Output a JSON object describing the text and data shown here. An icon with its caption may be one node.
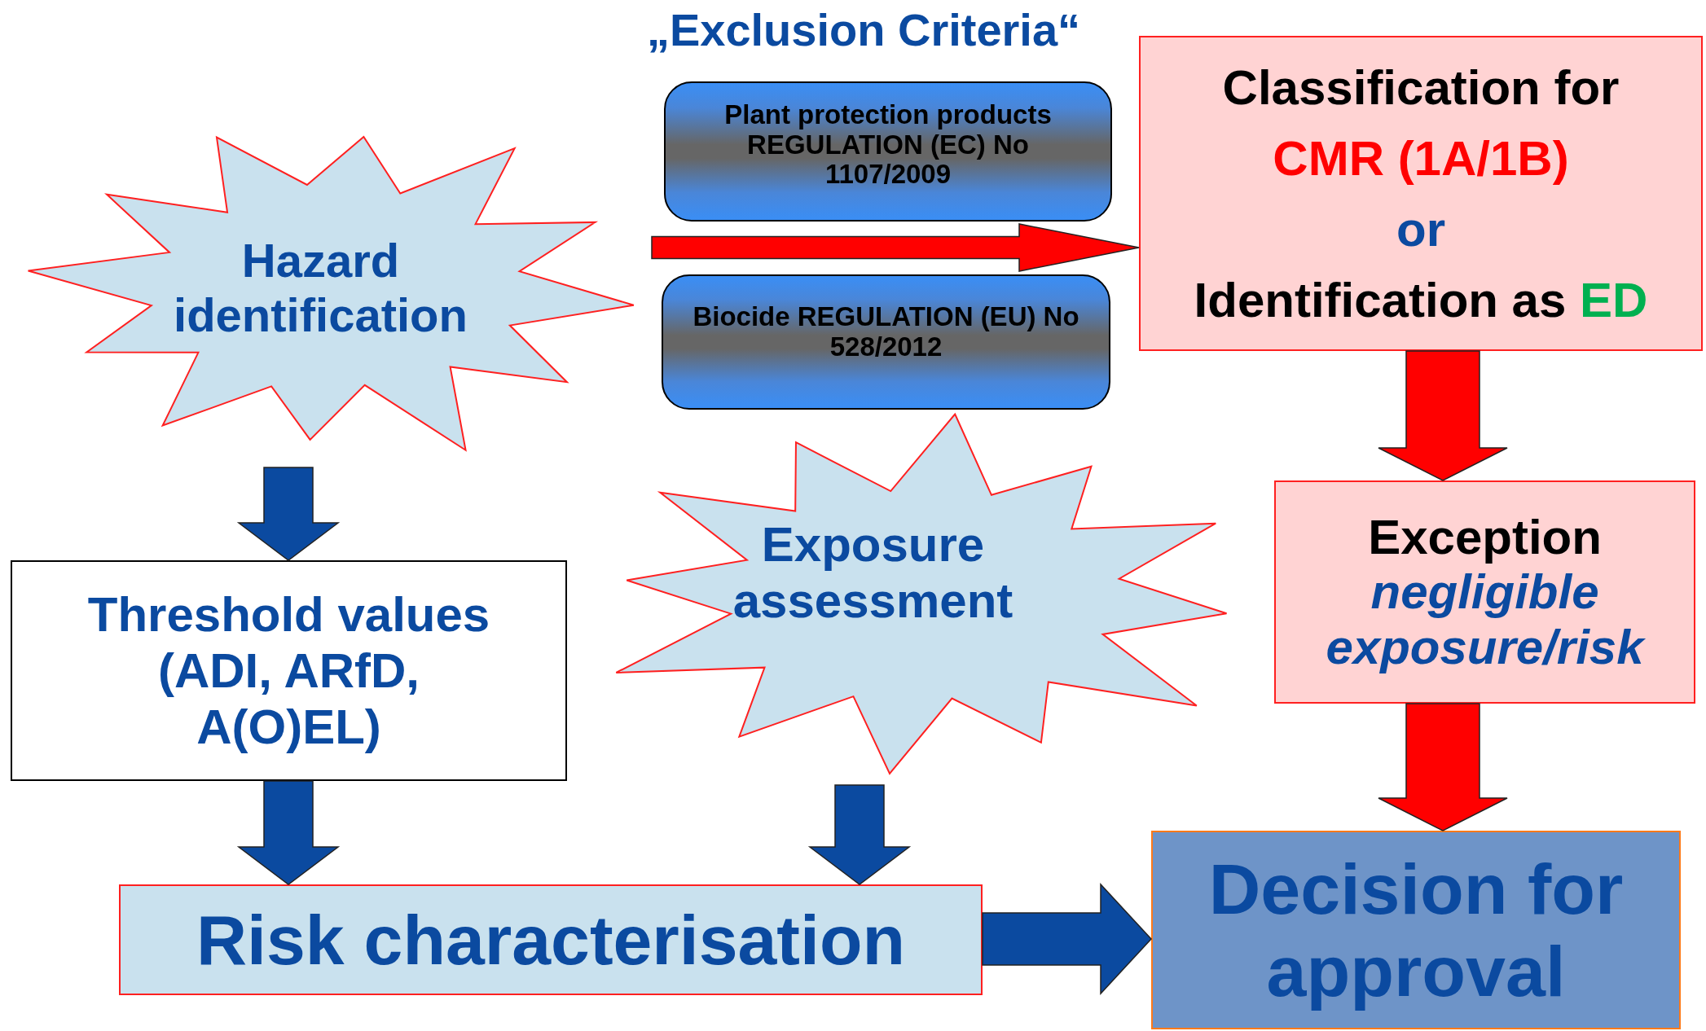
{
  "diagram": {
    "title": "„Exclusion Criteria“",
    "nodes": [
      {
        "text": [
          "Hazard identification"
        ]
      },
      {
        "text": [
          "Plant protection products REGULATION (EC) No 1107/2009"
        ]
      },
      {
        "text": [
          "Biocide REGULATION (EU) No 528/2012"
        ]
      },
      {
        "text": [
          "Classification for",
          "CMR (1A/1B)",
          "or",
          "Identification as ED"
        ]
      },
      {
        "text": [
          "Threshold values (ADI, ARfD, A(O)EL)"
        ]
      },
      {
        "text": [
          "Exposure assessment"
        ]
      },
      {
        "text": [
          "Exception",
          "negligible exposure/risk"
        ]
      },
      {
        "text": [
          "Risk characterisation"
        ]
      },
      {
        "text": [
          "Decision for approval"
        ]
      }
    ],
    "edges": [
      {
        "from": 0,
        "to": 3,
        "arrow": "to",
        "color": "#ff0000"
      },
      {
        "from": 0,
        "to": 4,
        "arrow": "to"
      },
      {
        "from": 4,
        "to": 7,
        "arrow": "to"
      },
      {
        "from": 5,
        "to": 7,
        "arrow": "to"
      },
      {
        "from": 7,
        "to": 8,
        "arrow": "to"
      },
      {
        "from": 3,
        "to": 6,
        "arrow": "to",
        "color": "#ff0000"
      },
      {
        "from": 6,
        "to": 8,
        "arrow": "to",
        "color": "#ff0000"
      }
    ]
  }
}
